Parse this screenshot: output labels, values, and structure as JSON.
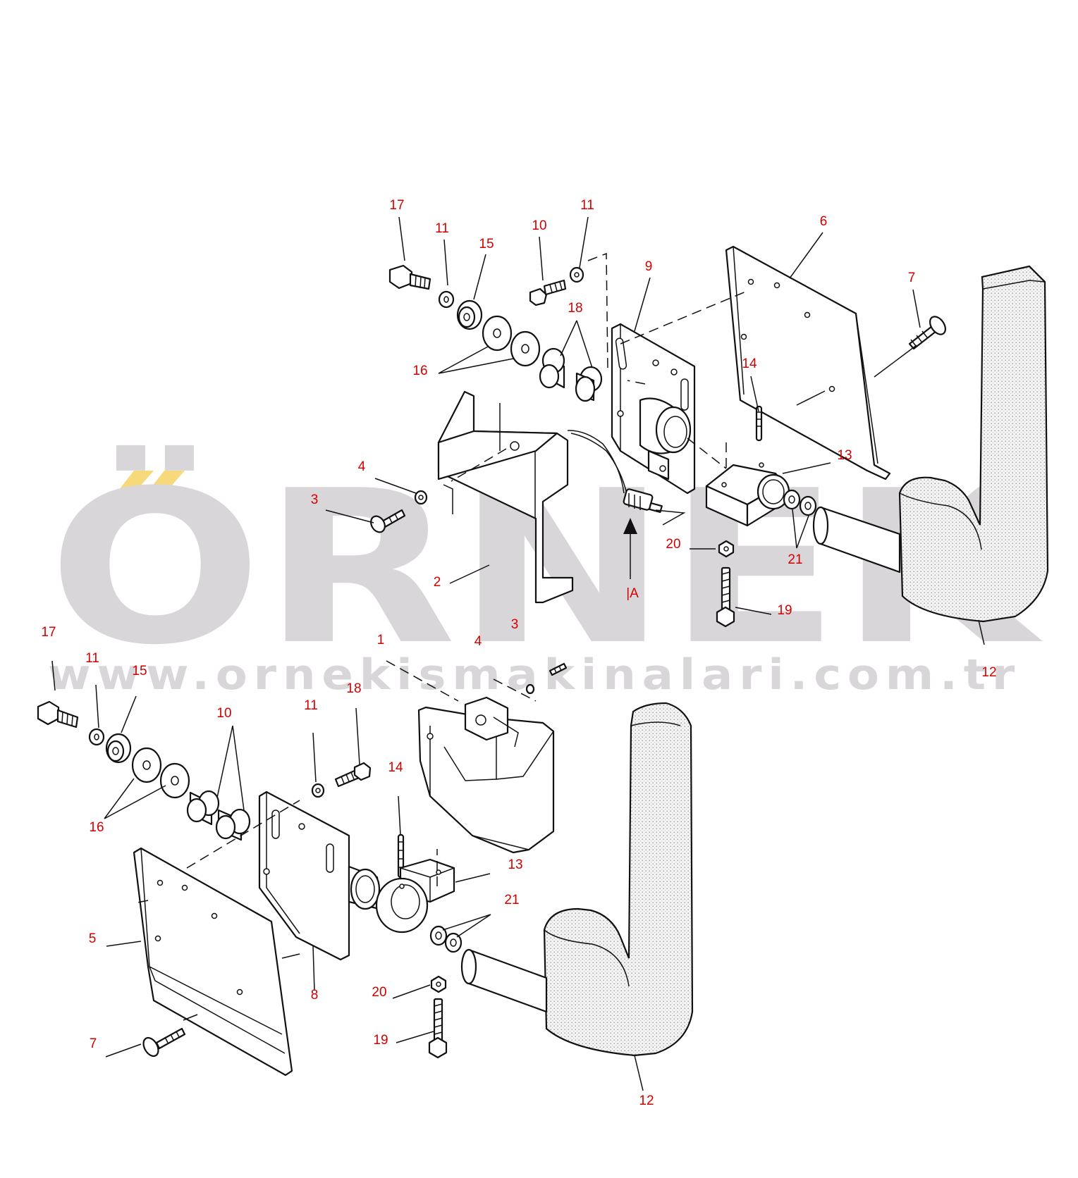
{
  "watermark": {
    "brand": "ÖRNEK",
    "url": "www.ornekismakinalari.com.tr",
    "accent_color": "#f5d97a",
    "text_color": "#d9d6d9"
  },
  "callout_color": "#d40000",
  "upper_assembly": {
    "callouts": [
      "17",
      "11",
      "15",
      "10",
      "11",
      "6",
      "9",
      "7",
      "18",
      "16",
      "14",
      "13",
      "4",
      "3",
      "2",
      "20",
      "21",
      "19",
      "12",
      "|A"
    ]
  },
  "lower_assembly": {
    "callouts": [
      "1",
      "3",
      "4",
      "17",
      "11",
      "15",
      "10",
      "11",
      "18",
      "16",
      "14",
      "13",
      "21",
      "5",
      "8",
      "20",
      "19",
      "7",
      "12"
    ]
  }
}
